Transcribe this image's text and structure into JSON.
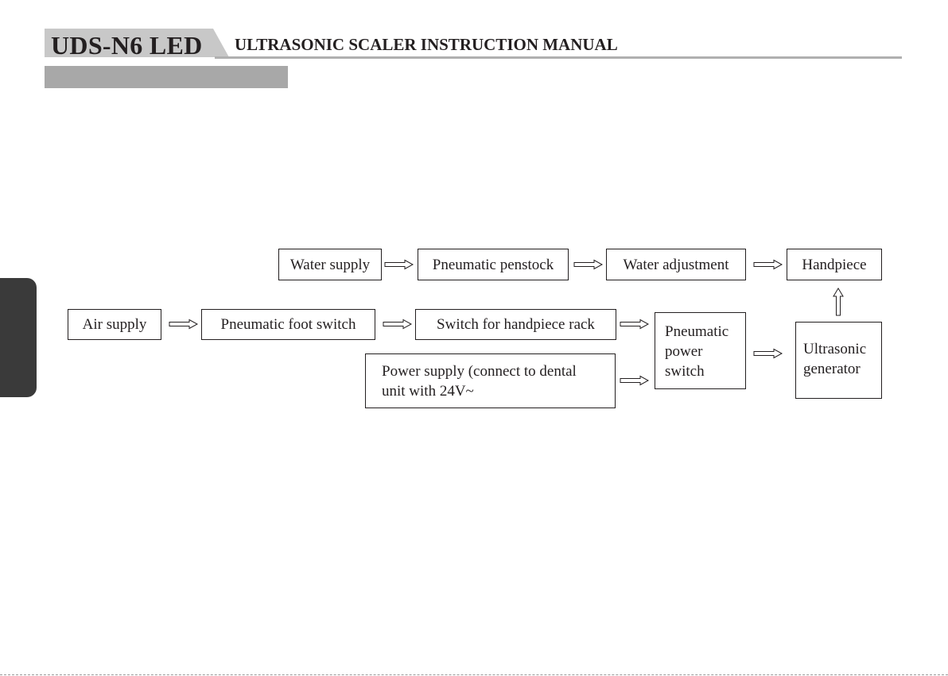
{
  "header": {
    "model": "UDS-N6 LED",
    "title": "ULTRASONIC SCALER INSTRUCTION MANUAL"
  },
  "diagram": {
    "water_supply": "Water supply",
    "pneumatic_penstock": "Pneumatic penstock",
    "water_adjustment": "Water adjustment",
    "handpiece": "Handpiece",
    "air_supply": "Air supply",
    "pneumatic_foot_switch": "Pneumatic foot switch",
    "switch_handpiece_rack": "Switch for handpiece rack",
    "power_supply_line1": "Power supply (connect to dental",
    "power_supply_line2": "unit with 24V~",
    "pneumatic_power_switch_line1": "Pneumatic",
    "pneumatic_power_switch_line2": "power",
    "pneumatic_power_switch_line3": "switch",
    "ultrasonic_generator_line1": "Ultrasonic",
    "ultrasonic_generator_line2": "generator"
  },
  "colors": {
    "text": "#231f20",
    "header_tab": "#c8c8c8",
    "section_bar": "#a8a8a8",
    "side_tab": "#3a3a3a"
  }
}
